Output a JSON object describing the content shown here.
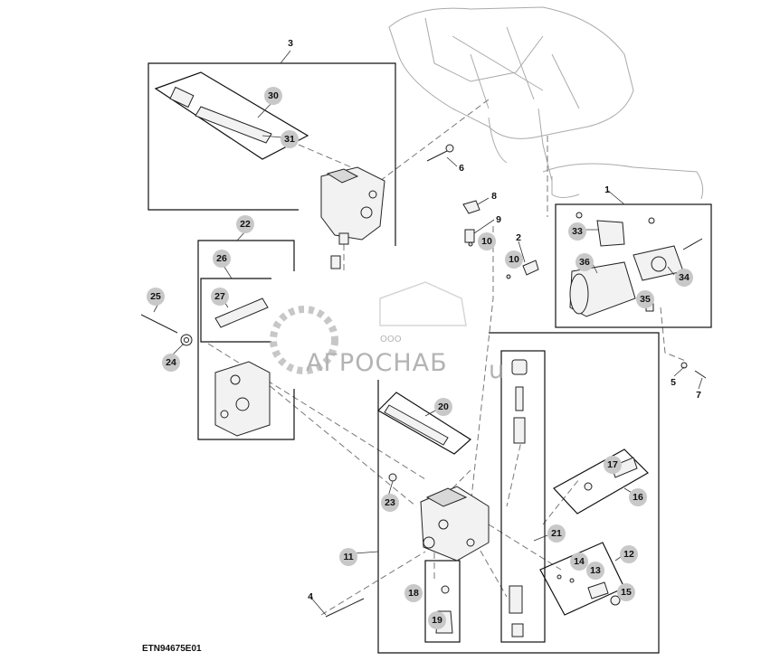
{
  "figure_id": "ETN94675E01",
  "watermark": {
    "company_prefix": "ООО",
    "company_name": "АГРОСНАБ"
  },
  "callouts": {
    "c1": "1",
    "c2": "2",
    "c3": "3",
    "c4": "4",
    "c5": "5",
    "c6": "6",
    "c7": "7",
    "c8": "8",
    "c9": "9",
    "c10a": "10",
    "c10b": "10",
    "c11": "11",
    "c12": "12",
    "c13": "13",
    "c14": "14",
    "c15": "15",
    "c16": "16",
    "c17": "17",
    "c18": "18",
    "c19": "19",
    "c20": "20",
    "c21": "21",
    "c22": "22",
    "c23": "23",
    "c24": "24",
    "c25": "25",
    "c26": "26",
    "c27": "27",
    "c30": "30",
    "c31": "31",
    "c33": "33",
    "c34": "34",
    "c35": "35",
    "c36": "36"
  }
}
